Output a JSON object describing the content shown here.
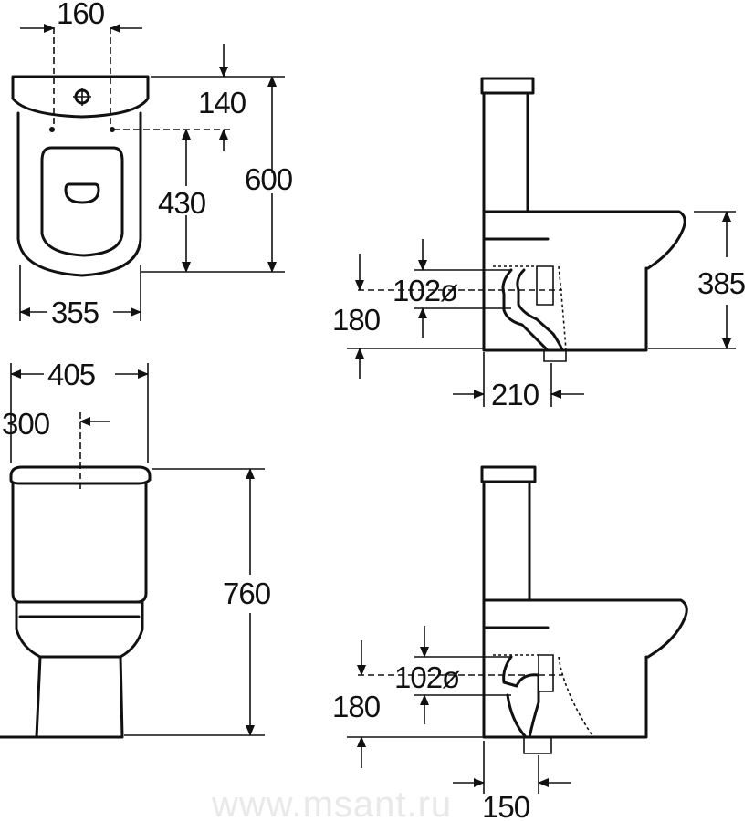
{
  "dimensions": {
    "top_view": {
      "seat_fixing_spacing": "160",
      "fixing_to_back": "140",
      "total_depth": "600",
      "fixing_to_front": "430",
      "width": "355"
    },
    "side_view_p_trap": {
      "height": "385",
      "outlet_diameter": "102ø",
      "outlet_height": "180",
      "outlet_from_wall": "210"
    },
    "front_view": {
      "cistern_width": "405",
      "center_offset": "300",
      "total_height": "760"
    },
    "side_view_s_trap": {
      "outlet_diameter": "102ø",
      "outlet_height": "180",
      "outlet_from_wall": "150"
    }
  },
  "watermark": "www.msant.ru"
}
